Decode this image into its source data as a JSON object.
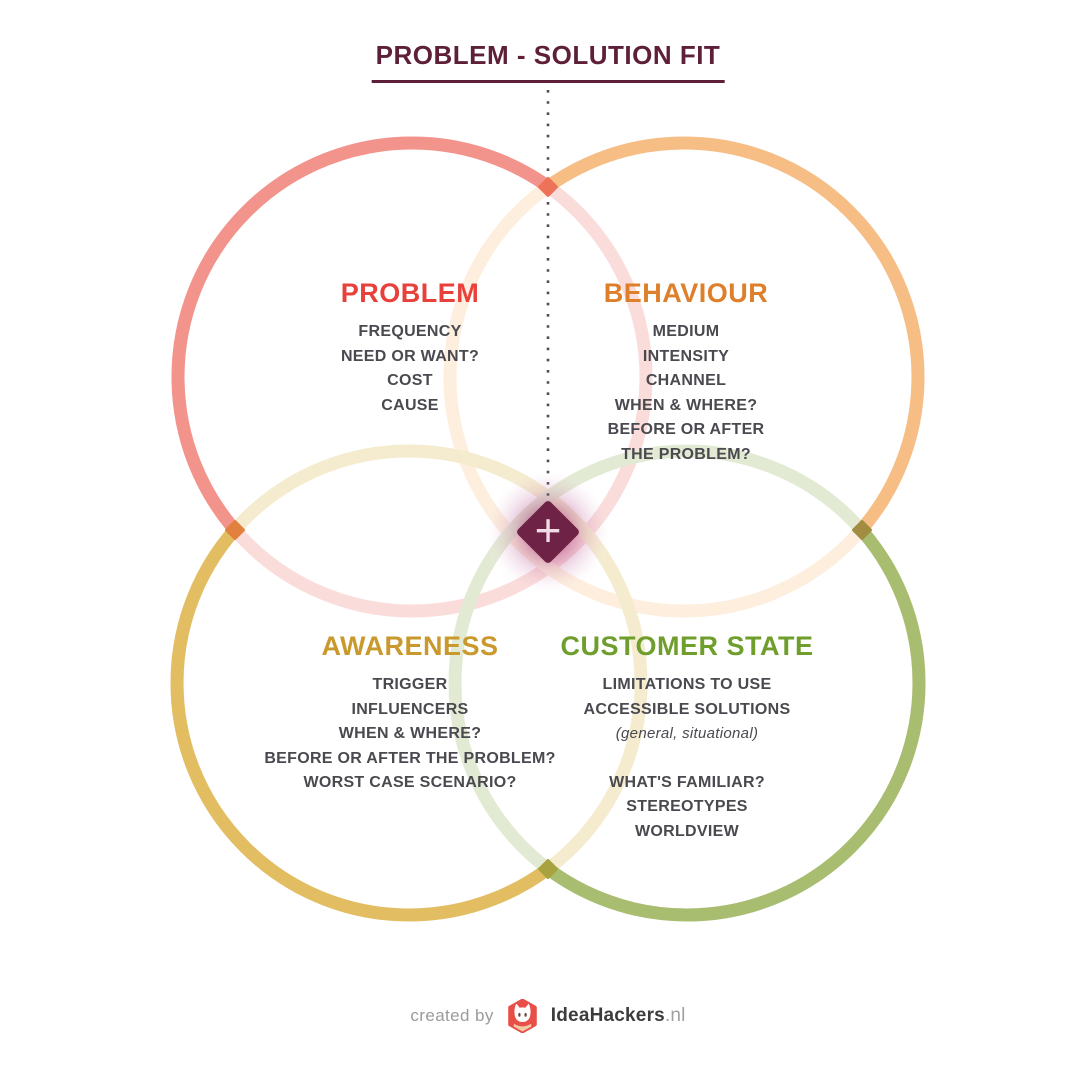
{
  "title": "PROBLEM - SOLUTION FIT",
  "title_color": "#5e2039",
  "text_color": "#49494f",
  "center": {
    "symbol": "+"
  },
  "circles": {
    "problem": {
      "label": "PROBLEM",
      "heading_color": "#e8403a",
      "stroke": "#f2938c",
      "stroke_faded": "#fadcda",
      "items": [
        "FREQUENCY",
        "NEED OR WANT?",
        "COST",
        "CAUSE"
      ]
    },
    "behaviour": {
      "label": "BEHAVIOUR",
      "heading_color": "#dd7f2b",
      "stroke": "#f6bd85",
      "stroke_faded": "#fdeedd",
      "items": [
        "MEDIUM",
        "INTENSITY",
        "CHANNEL",
        "WHEN & WHERE?",
        "BEFORE OR AFTER",
        "THE PROBLEM?"
      ]
    },
    "awareness": {
      "label": "AWARENESS",
      "heading_color": "#c9992d",
      "stroke": "#e2bd62",
      "stroke_faded": "#f5ecd0",
      "items": [
        "TRIGGER",
        "INFLUENCERS",
        "WHEN & WHERE?",
        "BEFORE OR AFTER THE PROBLEM?",
        "WORST CASE SCENARIO?"
      ]
    },
    "customer_state": {
      "label": "CUSTOMER STATE",
      "heading_color": "#6f9e2d",
      "stroke": "#a9bd71",
      "stroke_faded": "#e3ead4",
      "items": [
        "LIMITATIONS TO USE",
        "ACCESSIBLE SOLUTIONS",
        "(general, situational)",
        "WHAT'S FAMILIAR?",
        "STEREOTYPES",
        "WORLDVIEW"
      ]
    }
  },
  "markers": {
    "top": "#ee7258",
    "left": "#e2813d",
    "right": "#a18c42",
    "bottom": "#a8a23f",
    "center_diamond": "#6e2245",
    "center_glow": "#a8286b"
  },
  "footer": {
    "created_by": "created by",
    "brand": "IdeaHackers",
    "brand_suffix": ".nl",
    "logo_color": "#e84f47"
  }
}
